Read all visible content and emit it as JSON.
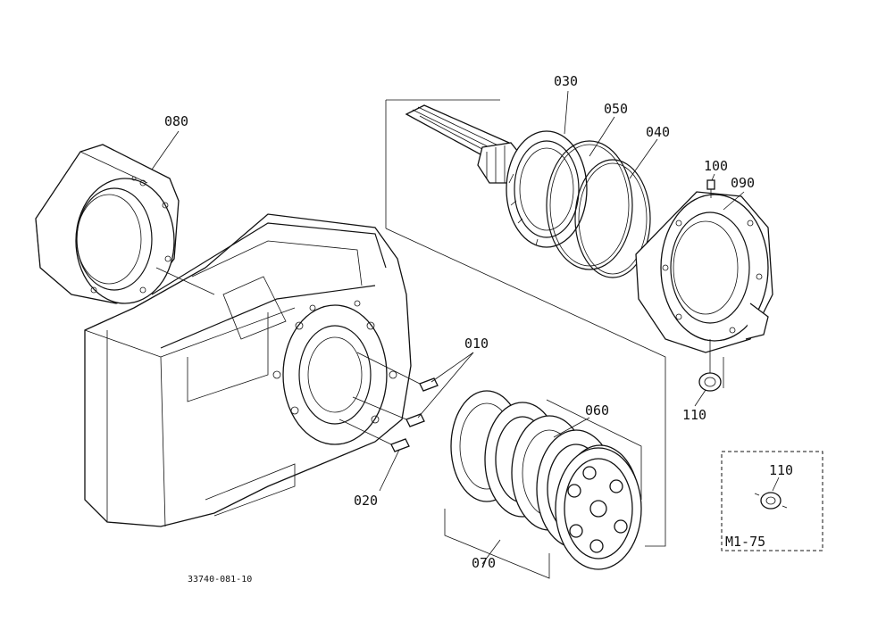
{
  "labels": {
    "p010": "010",
    "p020": "020",
    "p030": "030",
    "p040": "040",
    "p050": "050",
    "p060": "060",
    "p070": "070",
    "p080": "080",
    "p090": "090",
    "p100": "100",
    "p110": "110",
    "p110_inset": "110"
  },
  "inset": {
    "model": "M1-75"
  },
  "drawing_number": "33740-081-10"
}
